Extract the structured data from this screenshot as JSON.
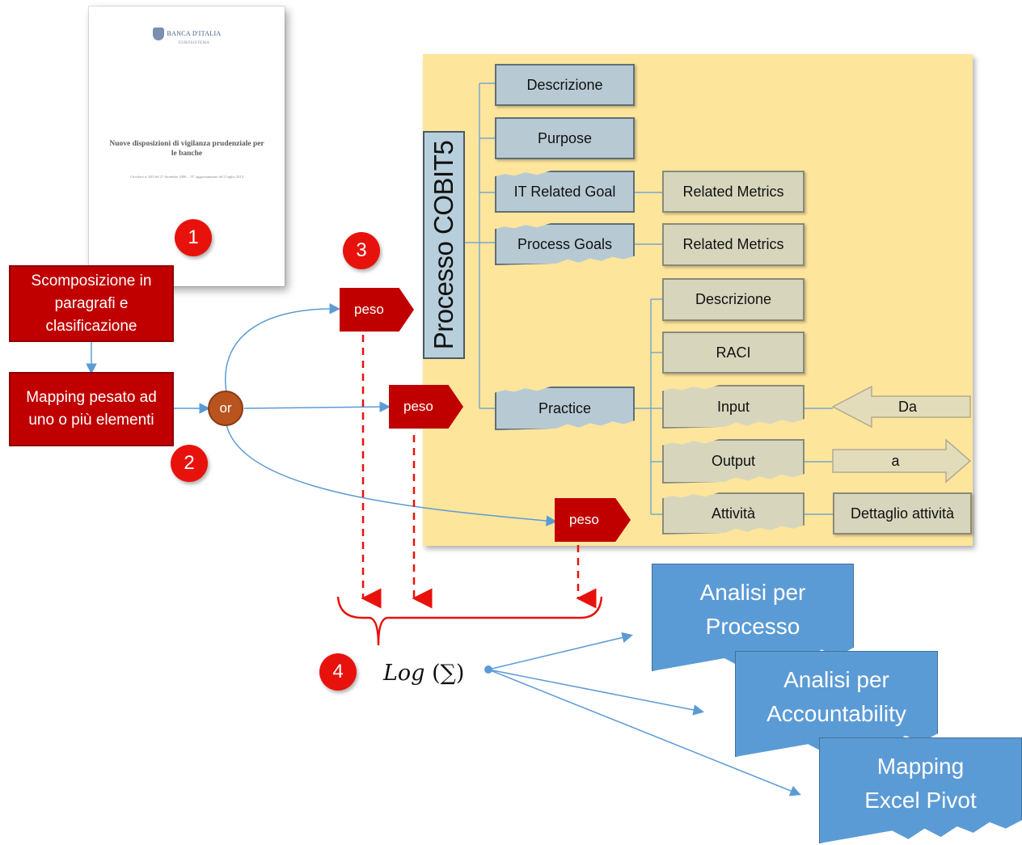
{
  "document": {
    "bank_name": "BANCA D'ITALIA",
    "bank_sub": "EUROSISTEMA",
    "title": "Nuove disposizioni di vigilanza prudenziale per le banche",
    "fine_print": "Circolare n. 263 del 27 dicembre 2006 – 15° aggiornamento del 2 luglio 2013"
  },
  "steps": {
    "n1": "1",
    "n2": "2",
    "n3": "3",
    "n4": "4"
  },
  "left_boxes": {
    "scomposizione": "Scomposizione in paragrafi e clasificazione",
    "mapping": "Mapping pesato ad uno o più elementi",
    "or_label": "or"
  },
  "peso_tags": [
    "peso",
    "peso",
    "peso"
  ],
  "process": {
    "vertical_label": "Processo COBIT5",
    "blue_items": [
      "Descrizione",
      "Purpose",
      "IT Related Goal",
      "Process Goals",
      "Practice"
    ],
    "gray_items": {
      "related_metrics_1": "Related Metrics",
      "related_metrics_2": "Related Metrics",
      "descrizione": "Descrizione",
      "raci": "RACI",
      "input": "Input",
      "output": "Output",
      "attivita": "Attività",
      "dettaglio": "Dettaglio attività"
    },
    "arrows": {
      "da": "Da",
      "a": "a"
    }
  },
  "formula": {
    "log": "Log",
    "sigma": "(∑)"
  },
  "outputs": [
    "Analisi per Processo",
    "Analisi per Accountability",
    "Mapping Excel Pivot"
  ],
  "colors": {
    "dark_red": "#c00000",
    "step_red": "#e8120c",
    "panel_yellow": "#fde59c",
    "blue_box": "#b7cad4",
    "gray_box": "#d7d6bd",
    "output_blue": "#5b9bd5",
    "connector_blue": "#5b9bd5",
    "or_orange": "#b9541f"
  }
}
